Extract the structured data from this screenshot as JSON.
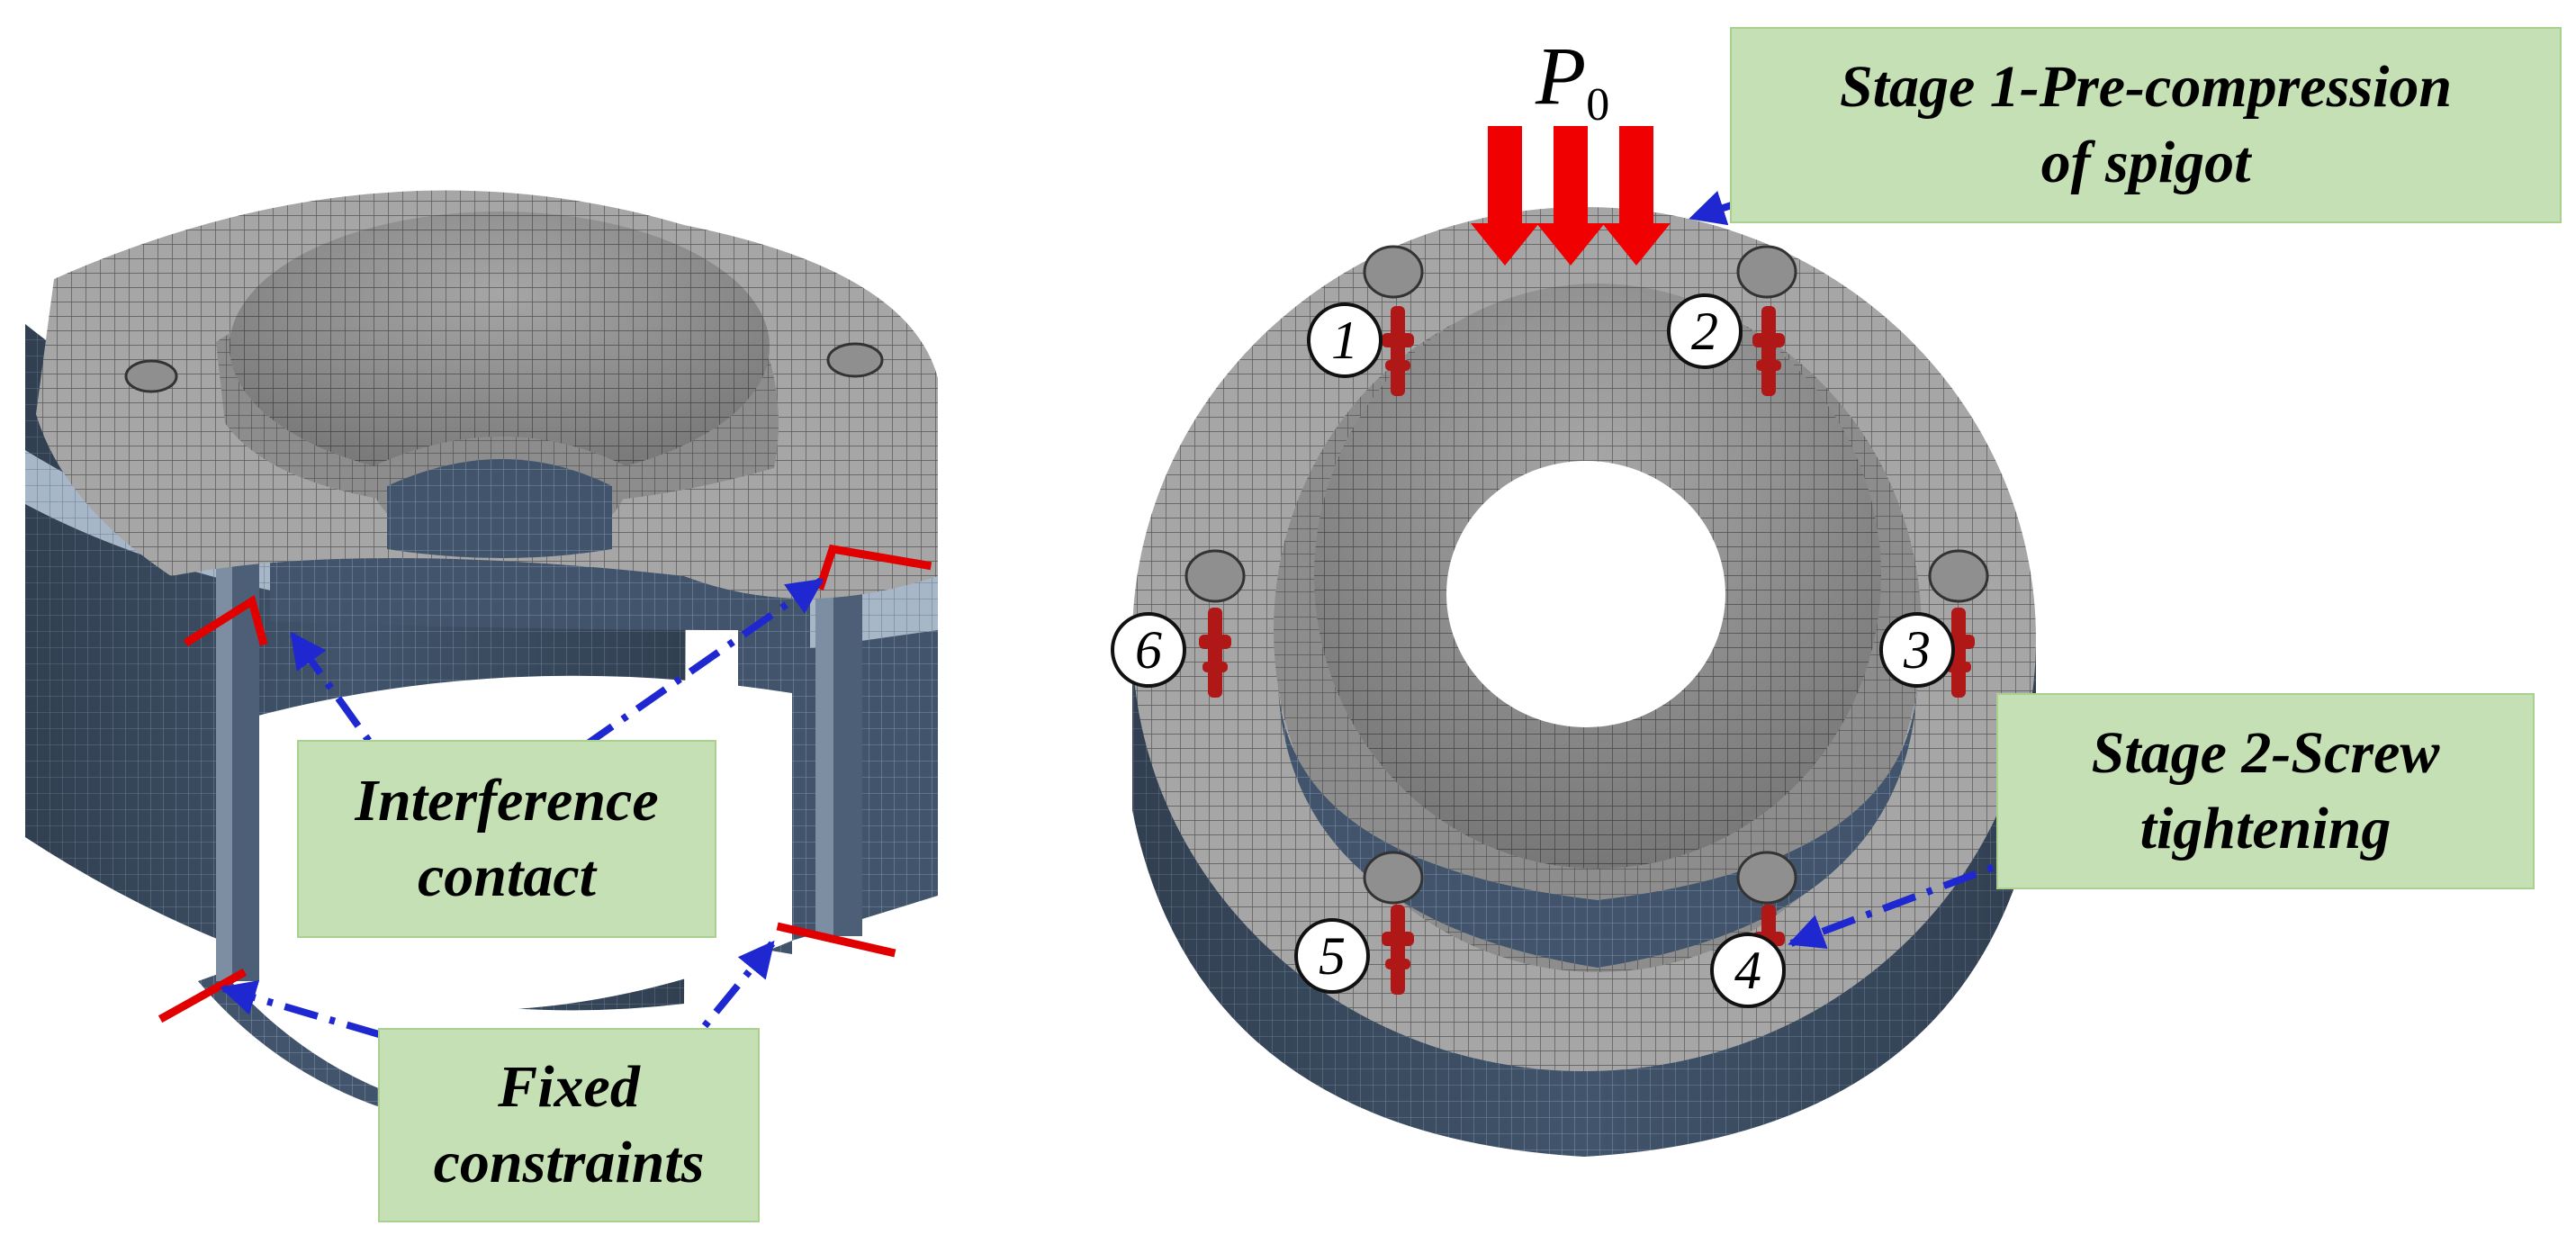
{
  "load": {
    "symbol": "P",
    "subscript": "0"
  },
  "callouts": {
    "interference": {
      "line1": "Interference",
      "line2": "contact"
    },
    "fixed": {
      "line1": "Fixed",
      "line2": "constraints"
    },
    "stage1": {
      "line1": "Stage 1-Pre-compression",
      "line2": "of spigot"
    },
    "stage2": {
      "line1": "Stage 2-Screw",
      "line2": "tightening"
    }
  },
  "screw_labels": [
    "1",
    "2",
    "3",
    "4",
    "5",
    "6"
  ],
  "colors": {
    "mesh_top": "#a6a6a6",
    "mesh_side": "#41546b",
    "mesh_band": "#a7b7c7",
    "callout_fill": "#c5e0b4",
    "leader_line": "#1f28d0",
    "constraint_edge": "#e00000",
    "load_arrow": "#f00000",
    "screw": "#b01818"
  }
}
